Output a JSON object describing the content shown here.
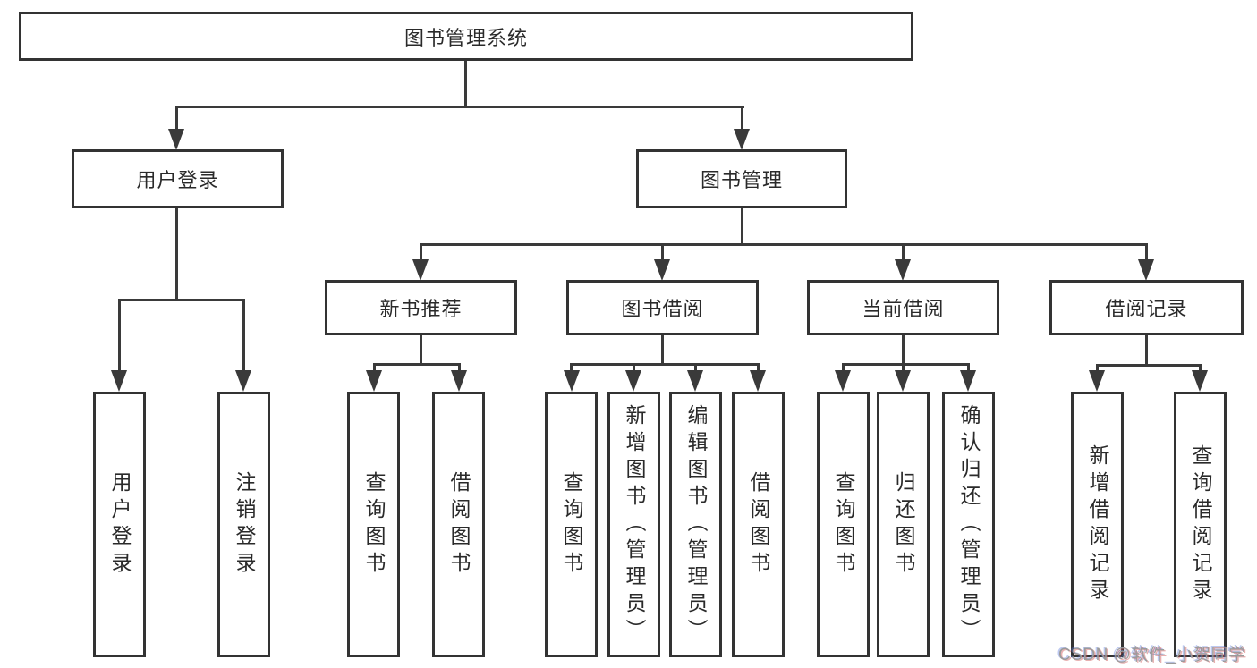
{
  "diagram": {
    "title": "图书管理系统",
    "level2": [
      {
        "label": "用户登录"
      },
      {
        "label": "图书管理"
      }
    ],
    "level3": [
      {
        "label": "新书推荐"
      },
      {
        "label": "图书借阅"
      },
      {
        "label": "当前借阅"
      },
      {
        "label": "借阅记录"
      }
    ],
    "leaves": [
      {
        "label": "用户登录"
      },
      {
        "label": "注销登录"
      },
      {
        "label": "查询图书"
      },
      {
        "label": "借阅图书"
      },
      {
        "label": "查询图书"
      },
      {
        "label": "新增图书（管理员）"
      },
      {
        "label": "编辑图书（管理员）"
      },
      {
        "label": "借阅图书"
      },
      {
        "label": "查询图书"
      },
      {
        "label": "归还图书"
      },
      {
        "label": "确认归还（管理员）"
      },
      {
        "label": "新增借阅记录"
      },
      {
        "label": "查询借阅记录"
      }
    ],
    "watermark": "CSDN @软件_小贺同学",
    "colors": {
      "line": "#3a3a3a",
      "text": "#2a2a2a",
      "watermark": "#9b9b9b",
      "background": "#ffffff"
    }
  }
}
